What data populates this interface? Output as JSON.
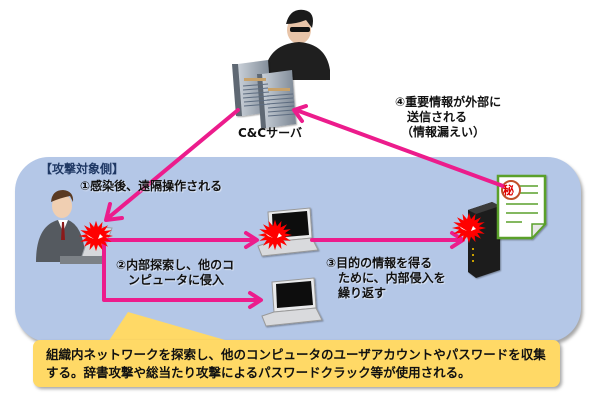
{
  "diagram": {
    "zone_label": "【攻撃対象側】",
    "cc_server_label": "C&Cサーバ",
    "steps": [
      {
        "num": "①",
        "lines": [
          "①感染後、遠隔操作される"
        ]
      },
      {
        "num": "②",
        "lines": [
          "②内部探索し、他のコ",
          "　ンピュータに侵入"
        ]
      },
      {
        "num": "③",
        "lines": [
          "③目的の情報を得る",
          "　ために、内部侵入を",
          "　繰り返す"
        ]
      },
      {
        "num": "④",
        "lines": [
          "④重要情報が外部に",
          "　送信される",
          "　（情報漏えい）"
        ]
      }
    ],
    "secret_doc_mark": "秘",
    "callout_lines": [
      "組織内ネットワークを探索し、他のコンピュータのユーザアカウントやパスワードを収集",
      "する。辞書攻撃や総当たり攻撃によるパスワードクラック等が使用される。"
    ],
    "colors": {
      "arrow": "#ec1c8c",
      "zone_fill": "#b4c7e7",
      "callout_fill": "#ffd966",
      "malware": "#ff0000",
      "doc_border": "#5aa02c"
    }
  }
}
